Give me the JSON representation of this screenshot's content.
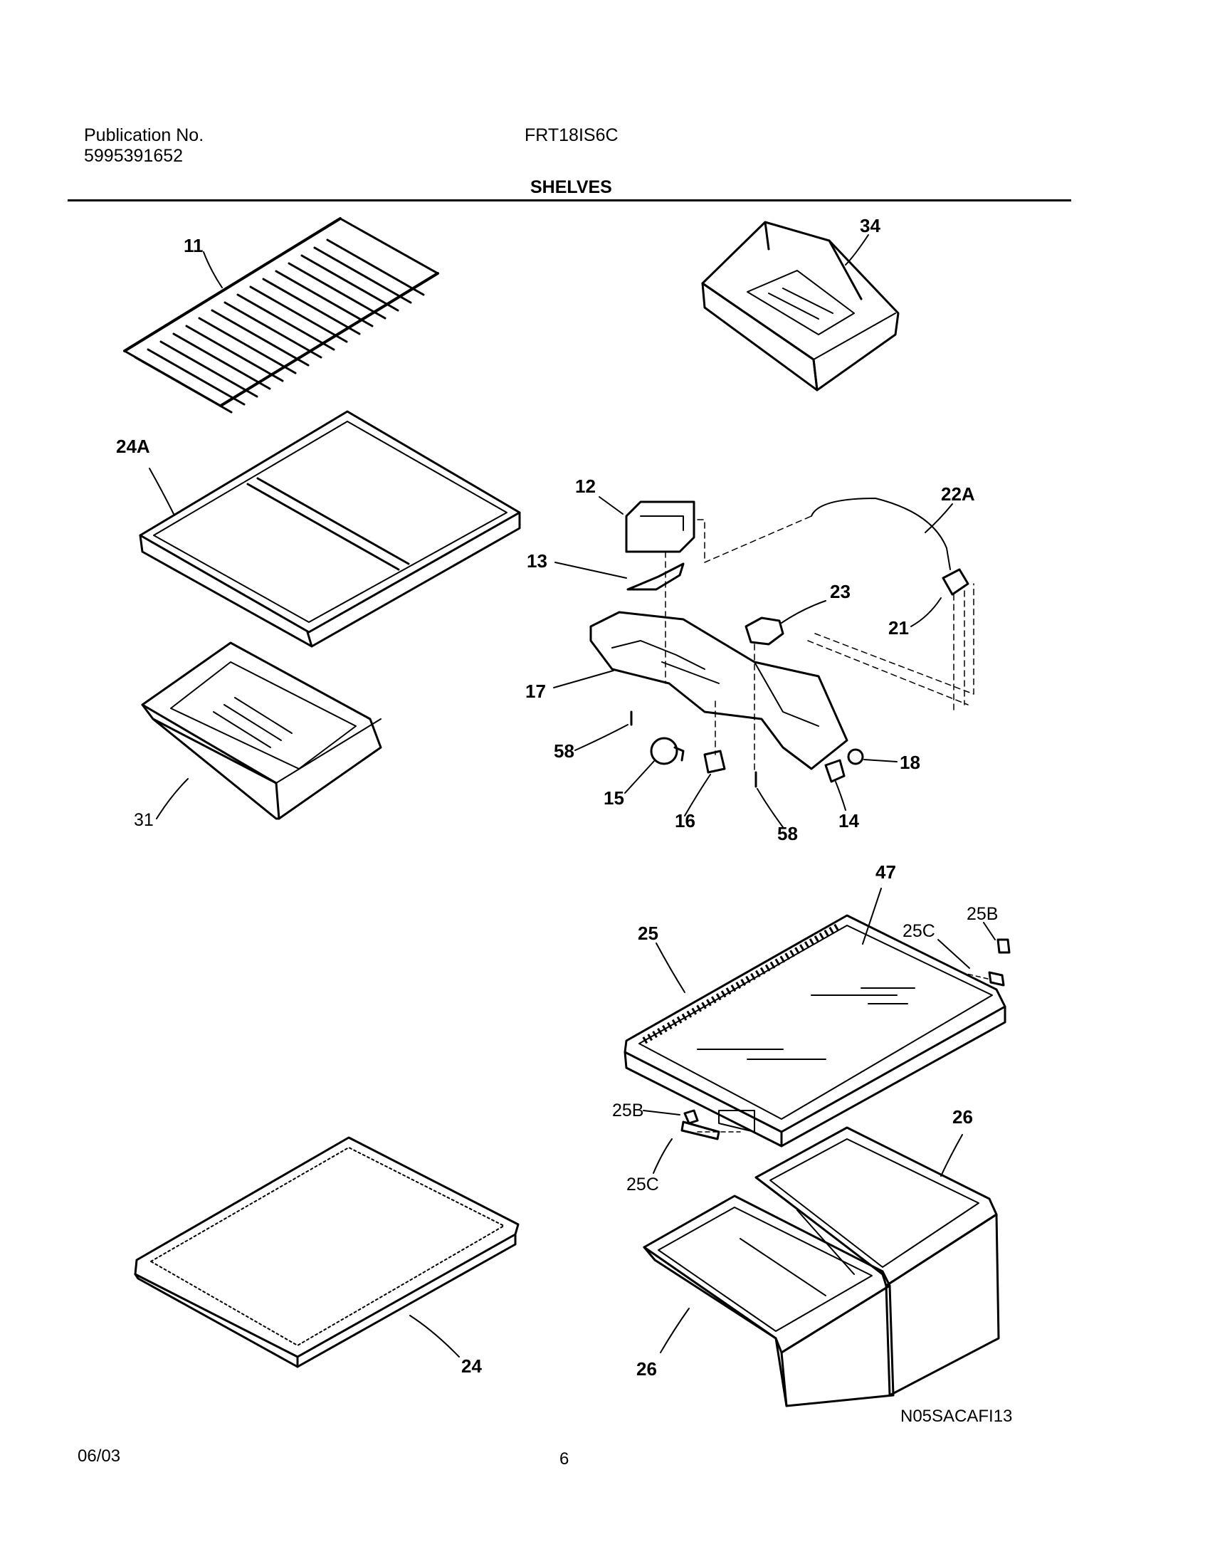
{
  "header": {
    "publication_label": "Publication No.",
    "publication_number": "5995391652",
    "model": "FRT18IS6C",
    "section_title": "SHELVES"
  },
  "callouts": {
    "c11": "11",
    "c34": "34",
    "c24A": "24A",
    "c12": "12",
    "c22A": "22A",
    "c13": "13",
    "c23": "23",
    "c21": "21",
    "c17": "17",
    "c58a": "58",
    "c18": "18",
    "c15": "15",
    "c16": "16",
    "c14": "14",
    "c58b": "58",
    "c31": "31",
    "c47": "47",
    "c25B_top": "25B",
    "c25": "25",
    "c25C_top": "25C",
    "c26_top": "26",
    "c25B_bottom": "25B",
    "c25C_bottom": "25C",
    "c24": "24",
    "c26_bottom": "26"
  },
  "footer": {
    "drawing_code": "N05SACAFI13",
    "date": "06/03",
    "page_number": "6"
  }
}
